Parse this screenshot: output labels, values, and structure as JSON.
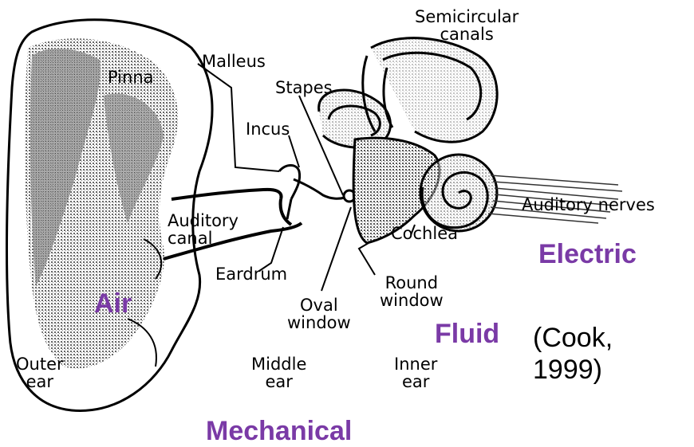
{
  "labels": {
    "semicircular": [
      "Semicircular",
      "canals"
    ],
    "pinna": "Pinna",
    "malleus": "Malleus",
    "stapes": "Stapes",
    "incus": "Incus",
    "auditory_canal": [
      "Auditory",
      "canal"
    ],
    "auditory_nerves": "Auditory nerves",
    "cochlea": "Cochlea",
    "eardrum": "Eardrum",
    "round_window": [
      "Round",
      "window"
    ],
    "oval_window": [
      "Oval",
      "window"
    ],
    "outer_ear": [
      "Outer",
      "ear"
    ],
    "middle_ear": [
      "Middle",
      "ear"
    ],
    "inner_ear": [
      "Inner",
      "ear"
    ]
  },
  "stages": {
    "air": "Air",
    "mechanical": "Mechanical",
    "fluid": "Fluid",
    "electric": "Electric"
  },
  "citation": [
    "(Cook,",
    "1999)"
  ],
  "colors": {
    "stage_text": "#7a3aa6",
    "ink": "#000000",
    "shade": "#8c8c8c"
  }
}
